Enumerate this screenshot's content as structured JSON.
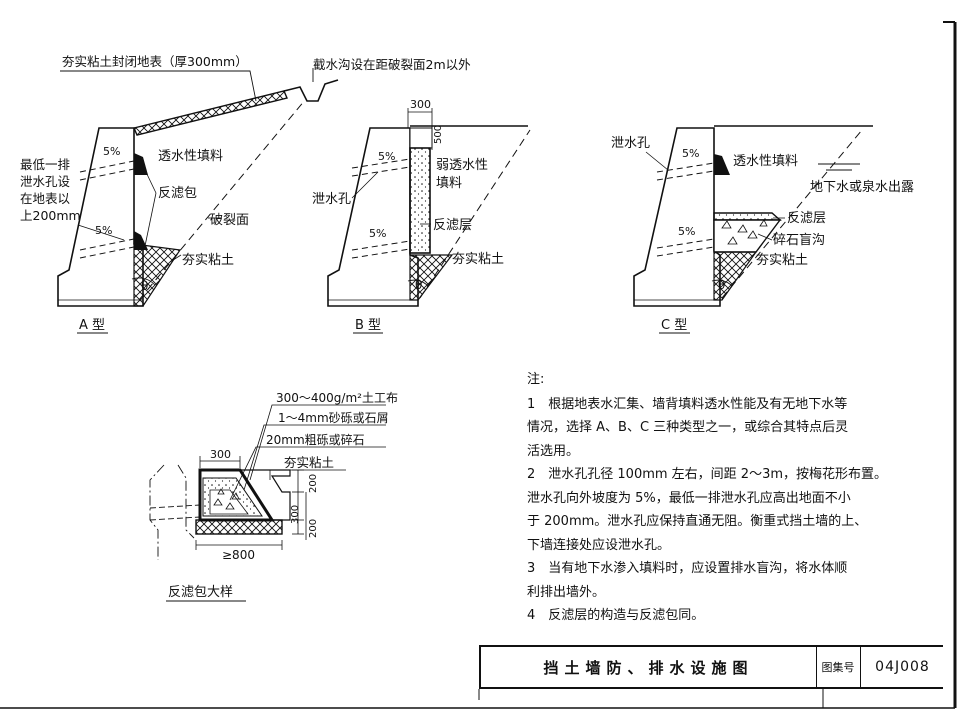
{
  "panel_a": {
    "label_compacted_cap": "夯实粘土封闭地表（厚300mm）",
    "label_intercept_ditch": "截水沟设在距破裂面2m以外",
    "label_lowest_hole_1": "最低一排",
    "label_lowest_hole_2": "泄水孔设",
    "label_lowest_hole_3": "在地表以",
    "label_lowest_hole_4": "上200mm",
    "slope_upper": "5%",
    "slope_lower": "5%",
    "label_permeable_fill": "透水性填料",
    "label_filter_bag": "反滤包",
    "label_fracture_plane": "破裂面",
    "label_compacted_clay": "夯实粘土",
    "label_theta": "θ",
    "caption": "A 型"
  },
  "panel_b": {
    "dim_300": "300",
    "dim_500": "500",
    "slope_upper": "5%",
    "slope_lower": "5%",
    "label_weak_fill_1": "弱透水性",
    "label_weak_fill_2": "填料",
    "label_drain_hole": "泄水孔",
    "label_filter_layer": "反滤层",
    "label_compacted_clay": "夯实粘土",
    "label_theta": "θ",
    "caption": "B 型"
  },
  "panel_c": {
    "label_drain_hole": "泄水孔",
    "slope_upper": "5%",
    "slope_lower": "5%",
    "label_permeable_fill": "透水性填料",
    "label_groundwater": "地下水或泉水出露",
    "label_filter_layer": "反滤层",
    "label_gravel_drain": "碎石盲沟",
    "label_compacted_clay": "夯实粘土",
    "label_theta": "θ",
    "caption": "C 型"
  },
  "detail": {
    "label_geotextile": "300～400g/m²土工布",
    "label_sand": "1～4mm砂砾或石屑",
    "label_gravel": "20mm粗砾或碎石",
    "label_compacted_clay": "夯实粘土",
    "dim_top": "300",
    "dim_r1": "200",
    "dim_r2": "300",
    "dim_r3": "200",
    "dim_bottom": "≥800",
    "caption": "反滤包大样"
  },
  "notes": {
    "head": "注:",
    "n1_line1": "1　根据地表水汇集、墙背填料透水性能及有无地下水等",
    "n1_line2": "情况，选择 A、B、C 三种类型之一，或综合其特点后灵",
    "n1_line3": "活选用。",
    "n2_line1": "2　泄水孔孔径 100mm 左右，间距 2～3m，按梅花形布置。",
    "n2_line2": "泄水孔向外坡度为 5%，最低一排泄水孔应高出地面不小",
    "n2_line3": "于 200mm。泄水孔应保持直通无阻。衡重式挡土墙的上、",
    "n2_line4": "下墙连接处应设泄水孔。",
    "n3_line1": "3　当有地下水渗入填料时，应设置排水盲沟，将水体顺",
    "n3_line2": "利排出墙外。",
    "n4_line1": "4　反滤层的构造与反滤包同。"
  },
  "title_block": {
    "title": "挡土墙防、排水设施图",
    "atlas_label": "图集号",
    "atlas_code": "04J008"
  }
}
